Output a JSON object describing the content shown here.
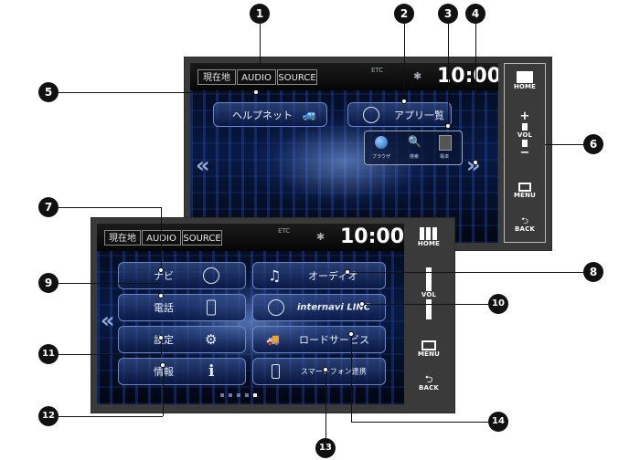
{
  "rear_screen": {
    "top_buttons": [
      "現在地",
      "AUDIO",
      "SOURCE"
    ],
    "etc": "ETC",
    "clock": "10:00",
    "helpnet": "ヘルプネット",
    "app_list": "アプリ一覧",
    "dock_items": [
      "ブラウザ",
      "検索",
      "電卓"
    ]
  },
  "rear_side": {
    "home": "HOME",
    "vol": "VOL",
    "menu": "MENU",
    "back": "BACK",
    "plus": "+",
    "minus": "−"
  },
  "front_screen": {
    "top_buttons": [
      "現在地",
      "AUDIO",
      "SOURCE"
    ],
    "etc": "ETC",
    "clock": "10:00",
    "left_items": [
      "ナビ",
      "電話",
      "設定",
      "情報"
    ],
    "right_items": [
      "オーディオ",
      "internavi LINC",
      "ロードサービス",
      "スマートフォン連携"
    ]
  },
  "front_side": {
    "home": "HOME",
    "vol": "VOL",
    "menu": "MENU",
    "back": "BACK"
  },
  "callouts": [
    "1",
    "2",
    "3",
    "4",
    "5",
    "6",
    "7",
    "8",
    "9",
    "10",
    "11",
    "12",
    "13",
    "14"
  ]
}
